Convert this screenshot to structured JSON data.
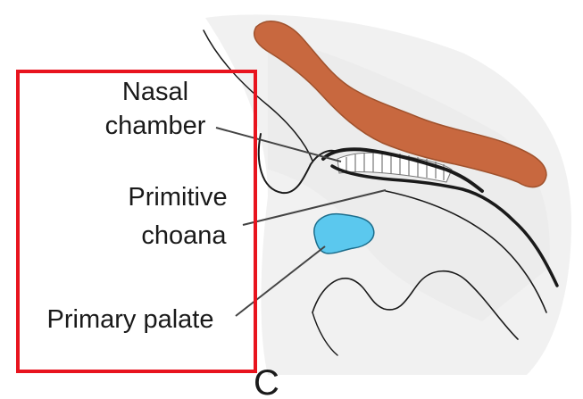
{
  "labels": {
    "nasal_line1": "Nasal",
    "nasal_line2": "chamber",
    "choana_line1": "Primitive",
    "choana_line2": "choana",
    "primary_palate": "Primary palate"
  },
  "panel_letter": "C",
  "colors": {
    "bone": "#C8683F",
    "palate": "#5BC8EE",
    "highlight_box": "#E8141E",
    "outline": "#1a1a1a",
    "tissue": "#ececec"
  }
}
